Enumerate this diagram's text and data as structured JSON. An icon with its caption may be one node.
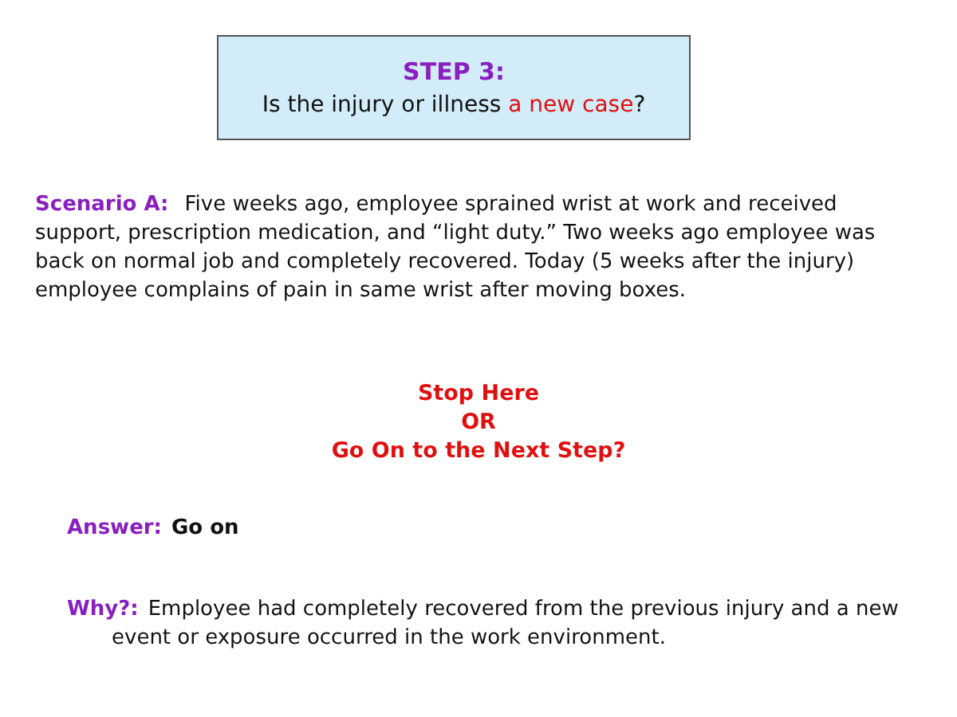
{
  "diagram": {
    "nodes": [
      {
        "text": [
          "STEP 3:",
          "Is the injury or illness **a new case**?"
        ]
      }
    ],
    "edges": [],
    "labels": [
      "Scenario A:",
      "Five weeks ago, employee sprained wrist at work and received support, prescription medication, and “light duty.”  Two weeks ago employee was back on normal job and completely recovered. Today (5 weeks after the injury) employee complains of pain in same wrist after moving boxes.",
      "Stop Here",
      "OR",
      "Go On to the Next Step?",
      "Answer:",
      "Go on",
      "Why?:",
      "Employee had completely recovered from the previous injury and a new event or exposure occurred in the work environment."
    ]
  }
}
